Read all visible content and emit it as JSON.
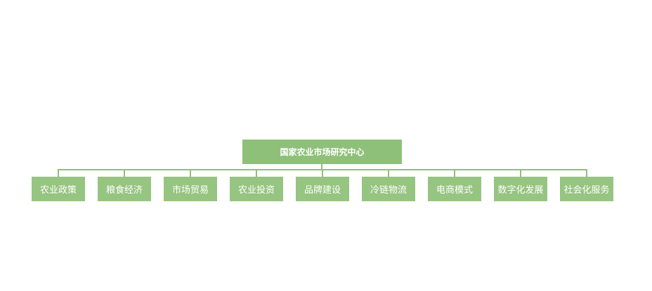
{
  "root": {
    "label": "国家农业市场研究中心"
  },
  "children": [
    {
      "label": "农业政策"
    },
    {
      "label": "粮食经济"
    },
    {
      "label": "市场贸易"
    },
    {
      "label": "农业投资"
    },
    {
      "label": "品牌建设"
    },
    {
      "label": "冷链物流"
    },
    {
      "label": "电商模式"
    },
    {
      "label": "数字化发展"
    },
    {
      "label": "社会化服务"
    }
  ],
  "colors": {
    "node_fill": "#96c481",
    "connector": "#8fc07a",
    "text": "#ffffff"
  }
}
